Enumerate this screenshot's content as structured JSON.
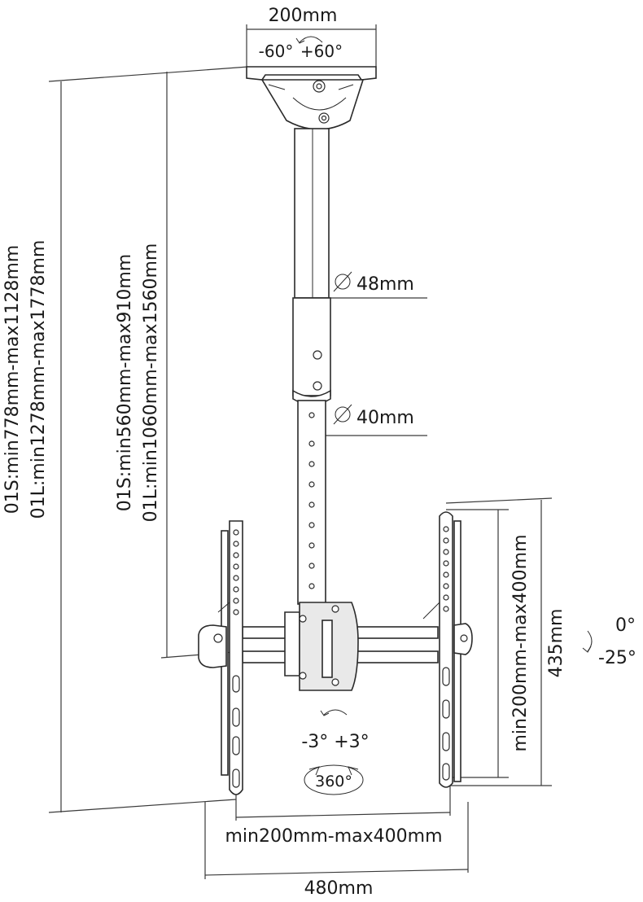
{
  "labels": {
    "top_width": "200mm",
    "swivel_left": "-60°",
    "swivel_right": "+60°",
    "tube_outer": "48mm",
    "tube_inner": "40mm",
    "total_height_s": "01S:min778mm-max1128mm",
    "total_height_l": "01L:min1278mm-max1778mm",
    "pole_height_s": "01S:min560mm-max910mm",
    "pole_height_l": "01L:min1060mm-max1560mm",
    "vesa_vertical": "min200mm-max400mm",
    "bracket_height": "435mm",
    "tilt_up": "0°",
    "tilt_down": "-25°",
    "level_adjust": "-3° +3°",
    "rotation": "360°",
    "vesa_horizontal": "min200mm-max400mm",
    "total_width": "480mm"
  },
  "icons": {
    "diameter": "diameter-symbol",
    "rotate_arrow": "curved-arrow"
  }
}
